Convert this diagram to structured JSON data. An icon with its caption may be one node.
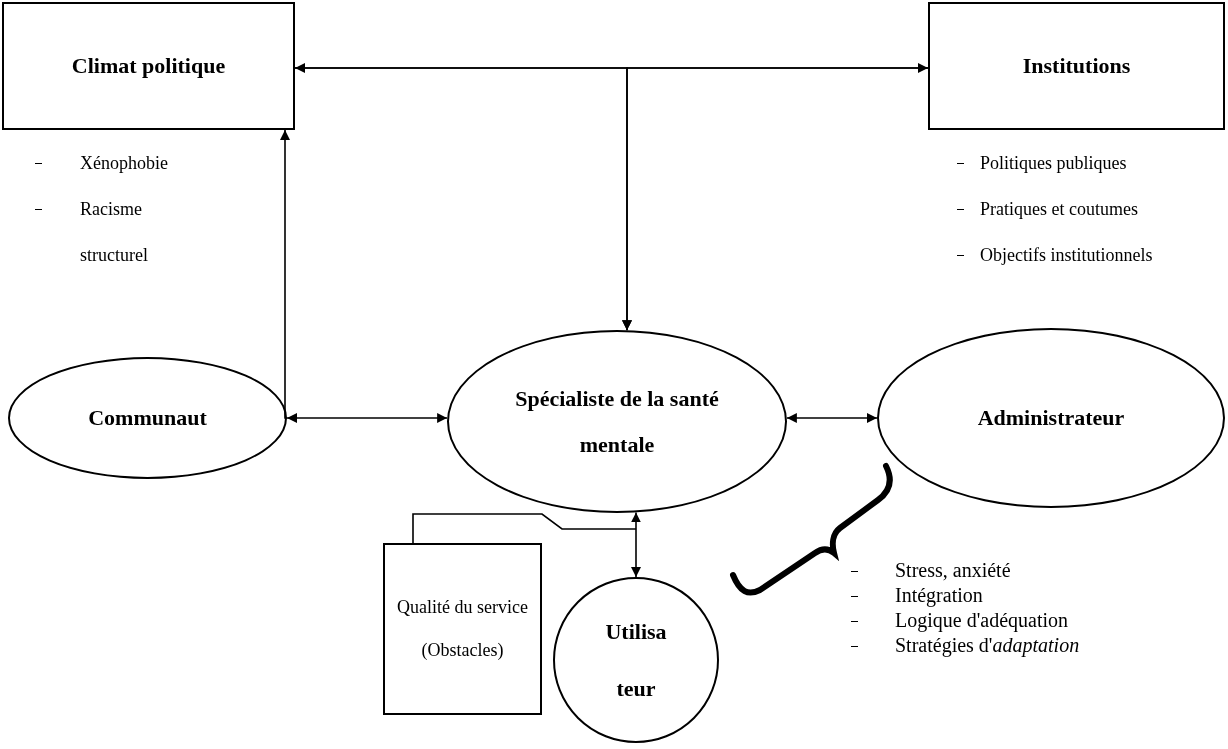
{
  "diagram": {
    "nodes": [
      {
        "text": [
          "Climat politique"
        ],
        "beside": [
          "Xénophobie",
          "Racisme structurel"
        ]
      },
      {
        "text": [
          "Institutions"
        ],
        "beside": [
          "Politiques publiques",
          "Pratiques et coutumes",
          "Objectifs institutionnels"
        ]
      },
      {
        "text": [
          "Communaut"
        ]
      },
      {
        "text": [
          "Spécialiste de la santé mentale"
        ]
      },
      {
        "text": [
          "Administrateur"
        ],
        "beside": [
          "Stress, anxiété",
          "Intégration",
          "Logique d'adéquation",
          "Stratégies d'*adaptation*"
        ]
      },
      {
        "text": [
          "Qualité du service (Obstacles)"
        ]
      },
      {
        "text": [
          "Utilisa teur"
        ]
      }
    ],
    "edges": [
      {
        "from": 0,
        "to": 1,
        "arrow": "both"
      },
      {
        "from": 0,
        "to": 3,
        "arrow": "to"
      },
      {
        "from": 1,
        "to": 3,
        "arrow": "to"
      },
      {
        "from": 2,
        "to": 0,
        "arrow": "to"
      },
      {
        "from": 2,
        "to": 3,
        "arrow": "both"
      },
      {
        "from": 3,
        "to": 4,
        "arrow": "both"
      },
      {
        "from": 3,
        "to": 6,
        "arrow": "both"
      },
      {
        "from": 5,
        "to": null,
        "arrow": "none"
      }
    ]
  }
}
